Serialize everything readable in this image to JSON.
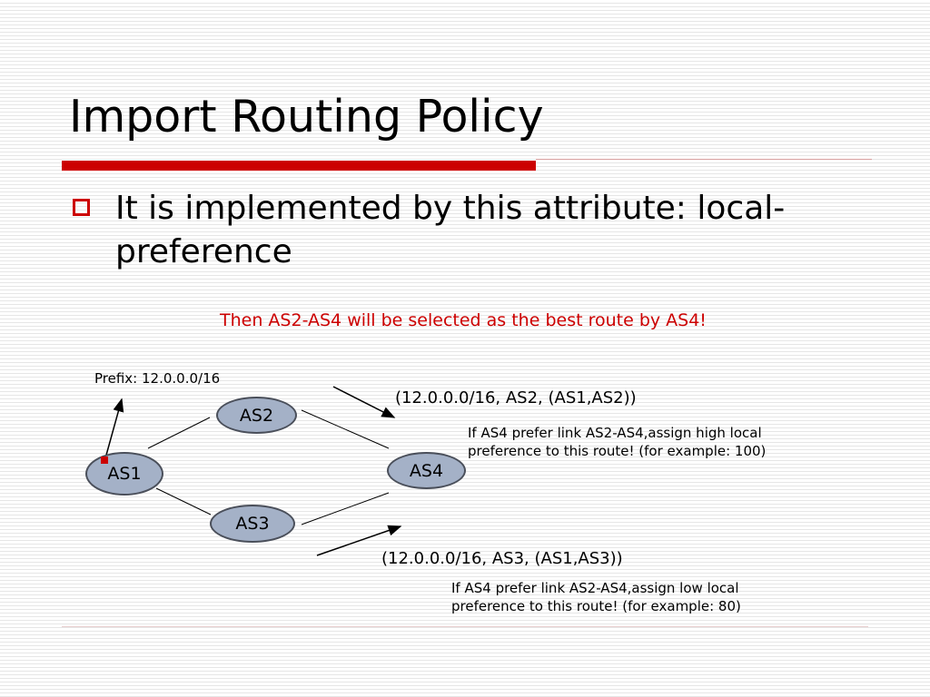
{
  "slide": {
    "title": "Import Routing Policy",
    "bullet": "It is implemented by this attribute: local-preference",
    "note": "Then AS2-AS4 will be selected as the best route by AS4!"
  },
  "diagram": {
    "prefix_label": "Prefix: 12.0.0.0/16",
    "nodes": {
      "as1": "AS1",
      "as2": "AS2",
      "as3": "AS3",
      "as4": "AS4"
    },
    "route_via_as2": "(12.0.0.0/16, AS2, (AS1,AS2))",
    "route_via_as3": "(12.0.0.0/16, AS3, (AS1,AS3))",
    "note_high": [
      "If AS4 prefer link AS2-AS4,assign high local",
      "preference to this route! (for example: 100)"
    ],
    "note_low": [
      "If AS4 prefer link AS2-AS4,assign low local",
      "preference to this route! (for example: 80)"
    ]
  },
  "colors": {
    "accent": "#cc0000",
    "node_fill": "#a4b1c7"
  }
}
